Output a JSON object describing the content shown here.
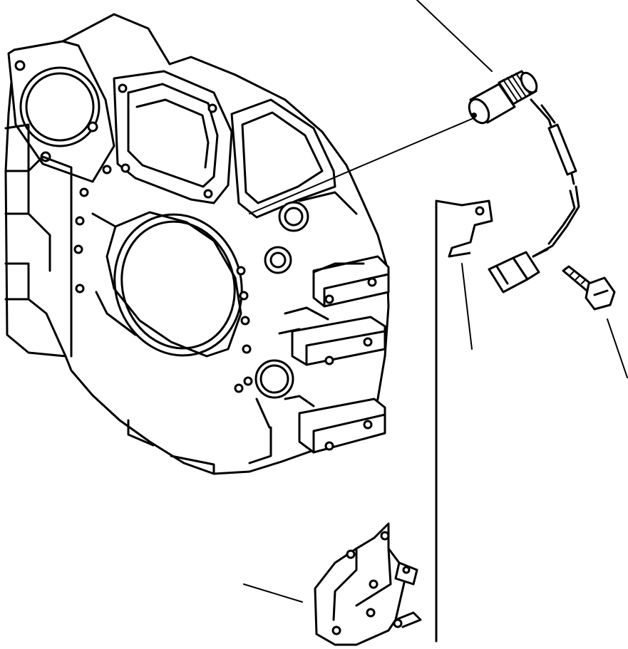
{
  "figure": {
    "type": "exploded parts diagram",
    "line_color": "#000000",
    "background_color": "#ffffff"
  },
  "parts": [
    {
      "name": "flywheel-housing"
    },
    {
      "name": "speed-sensor"
    },
    {
      "name": "sensor-connector"
    },
    {
      "name": "mounting-bolt"
    },
    {
      "name": "mounting-bracket"
    },
    {
      "name": "retaining-clip"
    }
  ]
}
